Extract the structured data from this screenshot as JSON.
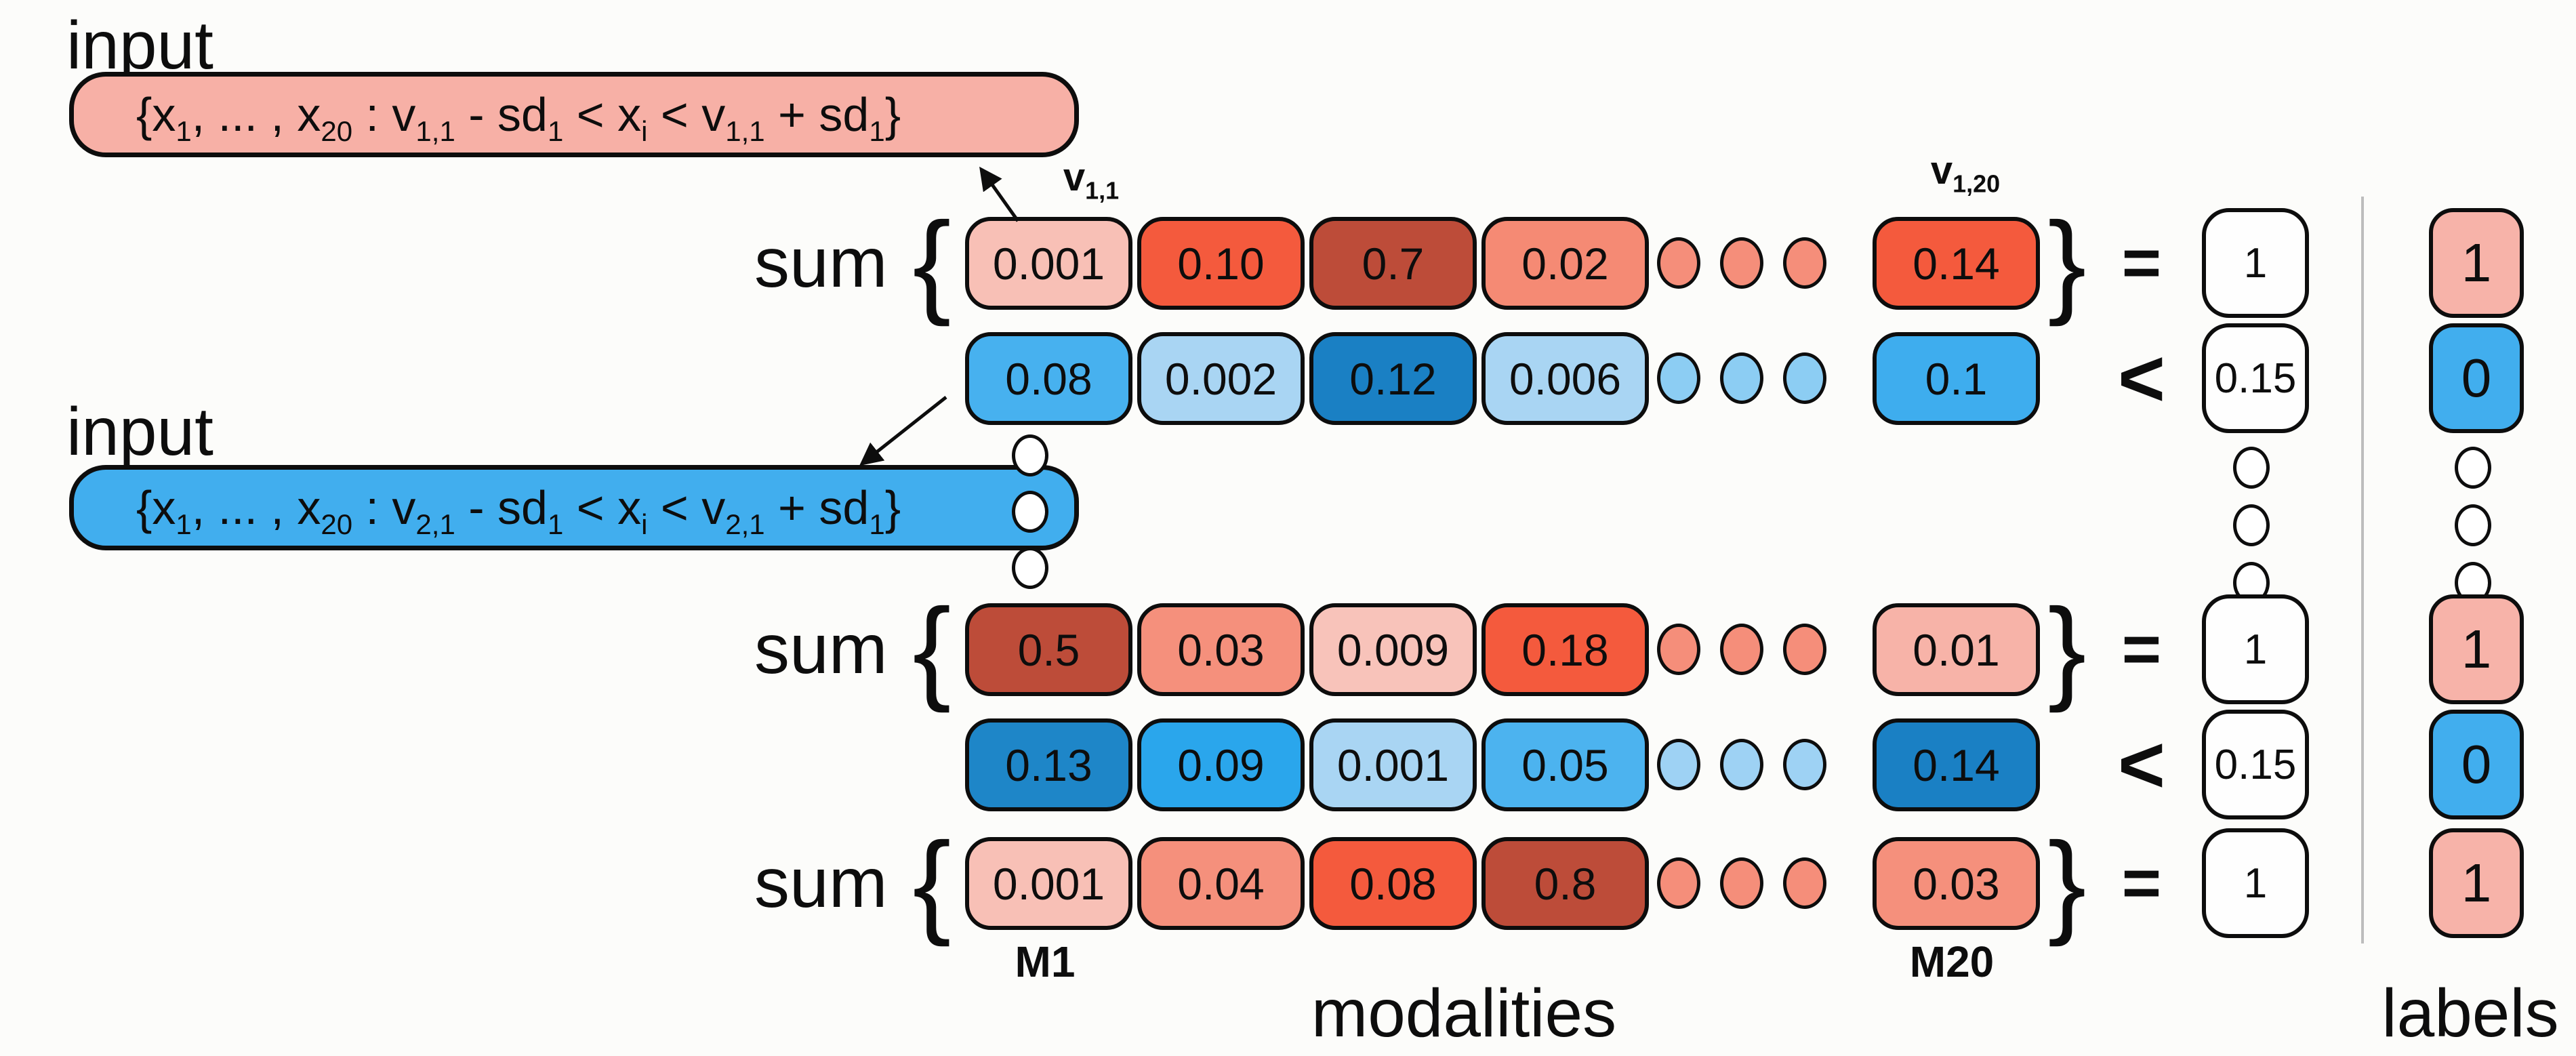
{
  "inputs": [
    {
      "label": "input",
      "box_color": "#f7b0a6",
      "formula": [
        {
          "t": "{x"
        },
        {
          "t": "1",
          "sub": true
        },
        {
          "t": ", ... , x"
        },
        {
          "t": "20",
          "sub": true
        },
        {
          "t": " :  v"
        },
        {
          "t": "1,1",
          "sub": true
        },
        {
          "t": " - sd"
        },
        {
          "t": "1",
          "sub": true
        },
        {
          "t": " <  x"
        },
        {
          "t": "i",
          "sub": true
        },
        {
          "t": " <  v"
        },
        {
          "t": "1,1",
          "sub": true
        },
        {
          "t": " + sd"
        },
        {
          "t": "1",
          "sub": true
        },
        {
          "t": "}"
        }
      ]
    },
    {
      "label": "input",
      "box_color": "#41aeee",
      "formula": [
        {
          "t": "{x"
        },
        {
          "t": "1",
          "sub": true
        },
        {
          "t": ", ... , x"
        },
        {
          "t": "20",
          "sub": true
        },
        {
          "t": " :  v"
        },
        {
          "t": "2,1",
          "sub": true
        },
        {
          "t": " - sd"
        },
        {
          "t": "1",
          "sub": true
        },
        {
          "t": " <  x"
        },
        {
          "t": "i",
          "sub": true
        },
        {
          "t": " <  v"
        },
        {
          "t": "2,1",
          "sub": true
        },
        {
          "t": " + sd"
        },
        {
          "t": "1",
          "sub": true
        },
        {
          "t": "}"
        }
      ]
    }
  ],
  "annotations": {
    "v_first": [
      {
        "t": "v"
      },
      {
        "t": "1,1",
        "sub": true
      }
    ],
    "v_last": [
      {
        "t": "v"
      },
      {
        "t": "1,20",
        "sub": true
      }
    ],
    "m_first": "M1",
    "m_last": "M20"
  },
  "rows": [
    {
      "prefix": "sum",
      "open_brace": "{",
      "cells": [
        {
          "value": "0.001",
          "color": "#f8c0b6"
        },
        {
          "value": "0.10",
          "color": "#f45a3d"
        },
        {
          "value": "0.7",
          "color": "#bd4c39"
        },
        {
          "value": "0.02",
          "color": "#f58a74"
        }
      ],
      "dots_color": "#f58e7a",
      "last_cell": {
        "value": "0.14",
        "color": "#f45a3d"
      },
      "close_brace": "}",
      "operator": "=",
      "result": "1",
      "label": {
        "value": "1",
        "color": "#f7b3a9"
      }
    },
    {
      "cells": [
        {
          "value": "0.08",
          "color": "#47b1ef"
        },
        {
          "value": "0.002",
          "color": "#a9d5f3"
        },
        {
          "value": "0.12",
          "color": "#1a80c4"
        },
        {
          "value": "0.006",
          "color": "#a9d5f3"
        }
      ],
      "dots_color": "#8ccdf3",
      "last_cell": {
        "value": "0.1",
        "color": "#3eadee"
      },
      "operator": "<",
      "result": "0.15",
      "label": {
        "value": "0",
        "color": "#41aeee"
      }
    },
    {
      "prefix": "sum",
      "open_brace": "{",
      "cells": [
        {
          "value": "0.5",
          "color": "#bd4c39"
        },
        {
          "value": "0.03",
          "color": "#f5907c"
        },
        {
          "value": "0.009",
          "color": "#f8c3ba"
        },
        {
          "value": "0.18",
          "color": "#f45a3d"
        }
      ],
      "dots_color": "#f58e7a",
      "last_cell": {
        "value": "0.01",
        "color": "#f7b3a8"
      },
      "close_brace": "}",
      "operator": "=",
      "result": "1",
      "label": {
        "value": "1",
        "color": "#f7b3a9"
      }
    },
    {
      "cells": [
        {
          "value": "0.13",
          "color": "#1e86c8"
        },
        {
          "value": "0.09",
          "color": "#2aa6ec"
        },
        {
          "value": "0.001",
          "color": "#a9d5f3"
        },
        {
          "value": "0.05",
          "color": "#4cb3ef"
        }
      ],
      "dots_color": "#9ed2f4",
      "last_cell": {
        "value": "0.14",
        "color": "#1a80c4"
      },
      "operator": "<",
      "result": "0.15",
      "label": {
        "value": "0",
        "color": "#41aeee"
      }
    },
    {
      "prefix": "sum",
      "open_brace": "{",
      "cells": [
        {
          "value": "0.001",
          "color": "#f8c0b6"
        },
        {
          "value": "0.04",
          "color": "#f5907c"
        },
        {
          "value": "0.08",
          "color": "#f45a3d"
        },
        {
          "value": "0.8",
          "color": "#bd4c39"
        }
      ],
      "dots_color": "#f58e7a",
      "last_cell": {
        "value": "0.03",
        "color": "#f5907c"
      },
      "close_brace": "}",
      "operator": "=",
      "result": "1",
      "label": {
        "value": "1",
        "color": "#f7b3a9"
      }
    }
  ],
  "footer": {
    "modalities_label": "modalities",
    "labels_label": "labels"
  }
}
